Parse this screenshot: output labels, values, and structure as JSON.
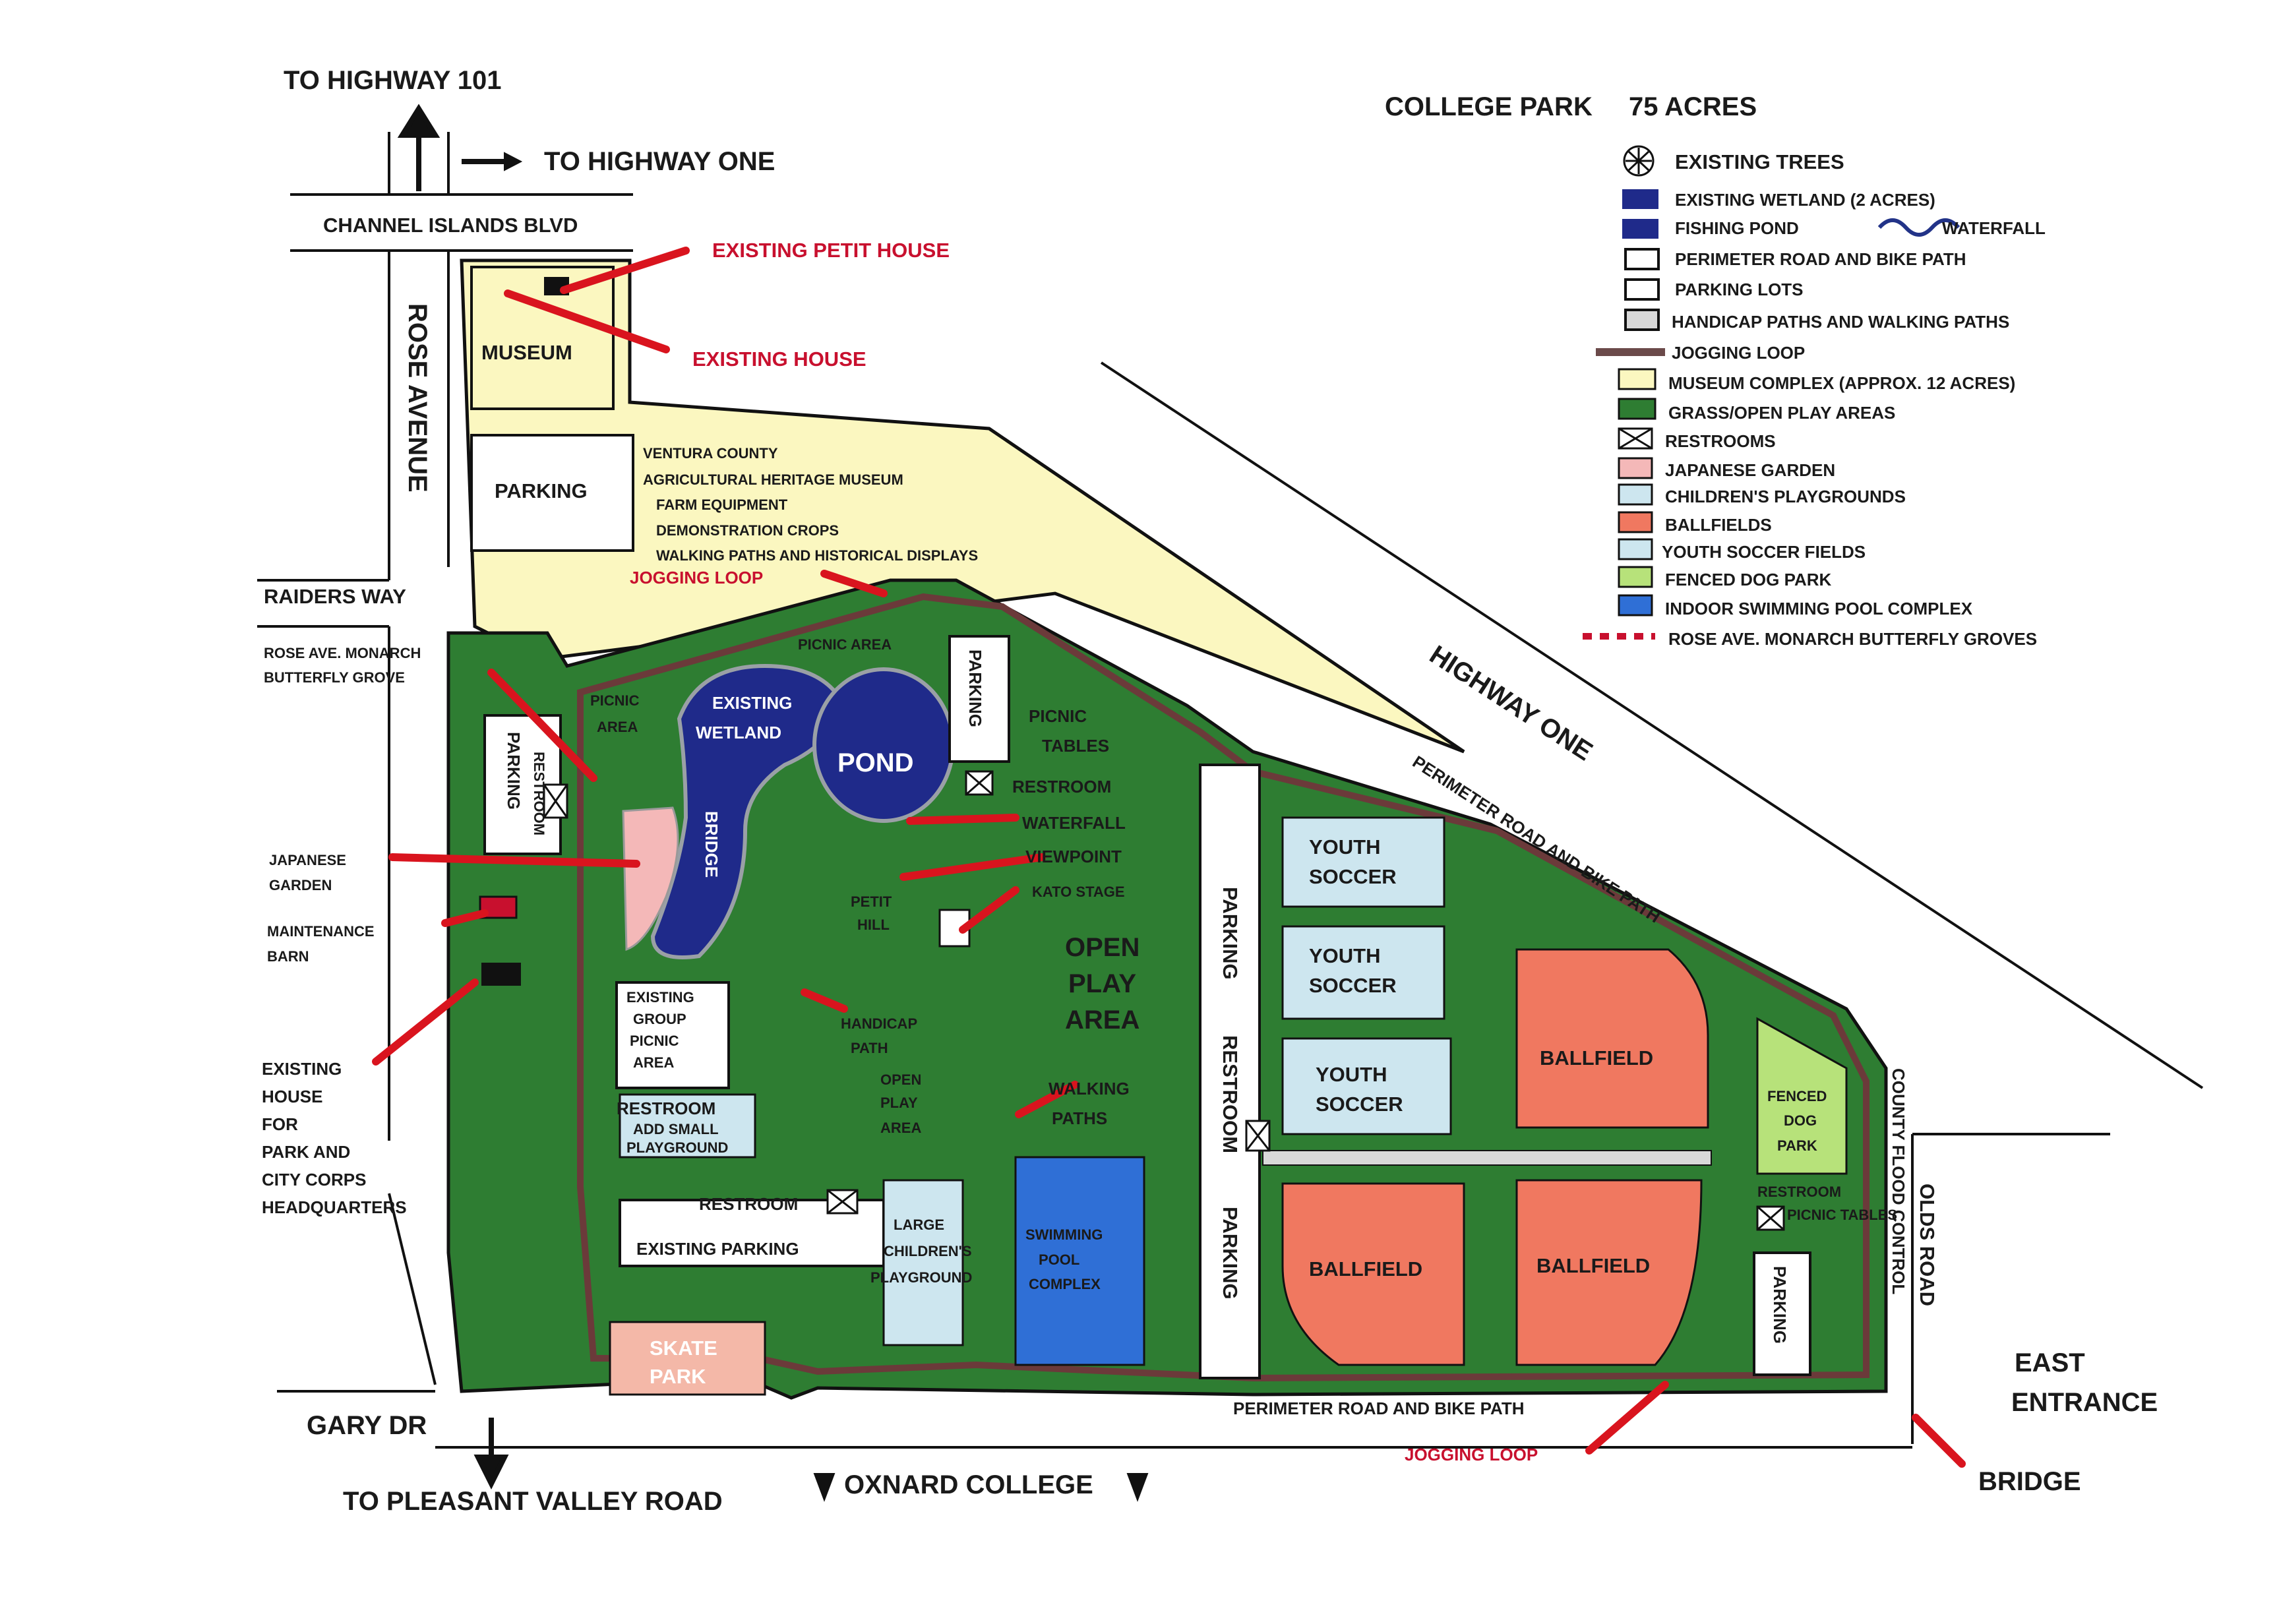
{
  "title": "COLLEGE PARK",
  "acreage": "75 ACRES",
  "legend": {
    "items": [
      {
        "label": "EXISTING TREES",
        "symbol": "tree-icon",
        "color": "#ffffff"
      },
      {
        "label": "EXISTING WETLAND (2 ACRES)",
        "symbol": "swatch",
        "color": "#1f2a8a"
      },
      {
        "label": "FISHING POND",
        "symbol": "swatch",
        "color": "#1f2a8a"
      },
      {
        "label": "PERIMETER ROAD AND BIKE PATH",
        "symbol": "outline",
        "color": "#ffffff"
      },
      {
        "label": "PARKING LOTS",
        "symbol": "outline",
        "color": "#ffffff"
      },
      {
        "label": "HANDICAP PATHS AND WALKING PATHS",
        "symbol": "outline",
        "color": "#d8d8d8"
      },
      {
        "label": "JOGGING LOOP",
        "symbol": "line",
        "color": "#6b4a4a"
      },
      {
        "label": "MUSEUM COMPLEX (APPROX. 12 ACRES)",
        "symbol": "swatch",
        "color": "#fbf7c0"
      },
      {
        "label": "GRASS/OPEN PLAY AREAS",
        "symbol": "swatch",
        "color": "#2e7d32"
      },
      {
        "label": "RESTROOMS",
        "symbol": "x-box",
        "color": "#ffffff"
      },
      {
        "label": "JAPANESE GARDEN",
        "symbol": "swatch",
        "color": "#f4b8b8"
      },
      {
        "label": "CHILDREN'S PLAYGROUNDS",
        "symbol": "swatch",
        "color": "#cde6ef"
      },
      {
        "label": "BALLFIELDS",
        "symbol": "swatch",
        "color": "#f07860"
      },
      {
        "label": "YOUTH SOCCER FIELDS",
        "symbol": "swatch",
        "color": "#cde6ef"
      },
      {
        "label": "FENCED DOG PARK",
        "symbol": "swatch",
        "color": "#b7e27a"
      },
      {
        "label": "INDOOR SWIMMING POOL COMPLEX",
        "symbol": "swatch",
        "color": "#2f6fd6"
      },
      {
        "label": "ROSE AVE. MONARCH BUTTERFLY GROVES",
        "symbol": "dashed",
        "color": "#c8102e"
      }
    ],
    "waterfall_label": "WATERFALL"
  },
  "roads": {
    "to_highway_101": "TO HIGHWAY 101",
    "to_highway_one": "TO HIGHWAY ONE",
    "channel_islands": "CHANNEL ISLANDS BLVD",
    "rose_avenue": "ROSE AVENUE",
    "raiders_way": "RAIDERS WAY",
    "gary_dr": "GARY DR",
    "to_pleasant_valley": "TO PLEASANT VALLEY ROAD",
    "oxnard_college": "OXNARD COLLEGE",
    "highway_one": "HIGHWAY ONE",
    "perimeter_top": "PERIMETER ROAD AND BIKE PATH",
    "perimeter_bottom": "PERIMETER ROAD AND BIKE PATH",
    "olds_road": "OLDS ROAD",
    "county_flood": "COUNTY FLOOD CONTROL",
    "east_entrance_1": "EAST",
    "east_entrance_2": "ENTRANCE",
    "bridge": "BRIDGE"
  },
  "callouts": {
    "petit_house": "EXISTING PETIT HOUSE",
    "existing_house": "EXISTING HOUSE",
    "jogging_top": "JOGGING LOOP",
    "jogging_bottom": "JOGGING LOOP",
    "monarch_1": "ROSE AVE. MONARCH",
    "monarch_2": "BUTTERFLY GROVE",
    "japanese_1": "JAPANESE",
    "japanese_2": "GARDEN",
    "maintenance_1": "MAINTENANCE",
    "maintenance_2": "BARN",
    "house_1": "EXISTING",
    "house_2": "HOUSE",
    "house_3": "FOR",
    "house_4": "PARK AND",
    "house_5": "CITY CORPS",
    "house_6": "HEADQUARTERS"
  },
  "areas": {
    "museum": "MUSEUM",
    "parking_museum": "PARKING",
    "museum_desc": [
      "VENTURA COUNTY",
      "AGRICULTURAL HERITAGE MUSEUM",
      "FARM EQUIPMENT",
      "DEMONSTRATION CROPS",
      "WALKING PATHS AND HISTORICAL DISPLAYS"
    ],
    "picnic_area_top": "PICNIC AREA",
    "picnic_area_left_1": "PICNIC",
    "picnic_area_left_2": "AREA",
    "existing_wetland_1": "EXISTING",
    "existing_wetland_2": "WETLAND",
    "pond": "POND",
    "bridge_label": "BRIDGE",
    "parking_left": "PARKING",
    "restroom_vertical": "RESTROOM",
    "parking_small": "PARKING",
    "picnic_tables_1": "PICNIC",
    "picnic_tables_2": "TABLES",
    "restroom_center": "RESTROOM",
    "waterfall": "WATERFALL",
    "viewpoint": "VIEWPOINT",
    "kato_stage": "KATO STAGE",
    "petit_hill_1": "PETIT",
    "petit_hill_2": "HILL",
    "open_play_1": "OPEN",
    "open_play_2": "PLAY",
    "open_play_3": "AREA",
    "handicap_1": "HANDICAP",
    "handicap_2": "PATH",
    "open_play_small_1": "OPEN",
    "open_play_small_2": "PLAY",
    "open_play_small_3": "AREA",
    "walking_1": "WALKING",
    "walking_2": "PATHS",
    "group_picnic": [
      "EXISTING",
      "GROUP",
      "PICNIC",
      "AREA"
    ],
    "restroom_playground_1": "RESTROOM",
    "restroom_playground_2": "ADD SMALL",
    "restroom_playground_3": "PLAYGROUND",
    "restroom_bottom": "RESTROOM",
    "existing_parking": "EXISTING PARKING",
    "large_playground": [
      "LARGE",
      "CHILDREN'S",
      "PLAYGROUND"
    ],
    "swimming": [
      "SWIMMING",
      "POOL",
      "COMPLEX"
    ],
    "skate_1": "SKATE",
    "skate_2": "PARK",
    "parking_center_top": "PARKING",
    "restroom_center_vertical": "RESTROOM",
    "parking_center_bottom": "PARKING",
    "youth_soccer": [
      {
        "line1": "YOUTH",
        "line2": "SOCCER"
      },
      {
        "line1": "YOUTH",
        "line2": "SOCCER"
      },
      {
        "line1": "YOUTH",
        "line2": "SOCCER"
      }
    ],
    "ballfields": [
      "BALLFIELD",
      "BALLFIELD",
      "BALLFIELD"
    ],
    "dog_park": [
      "FENCED",
      "DOG",
      "PARK"
    ],
    "restroom_east": "RESTROOM",
    "picnic_tables_east": "PICNIC TABLES",
    "parking_east": "PARKING"
  }
}
